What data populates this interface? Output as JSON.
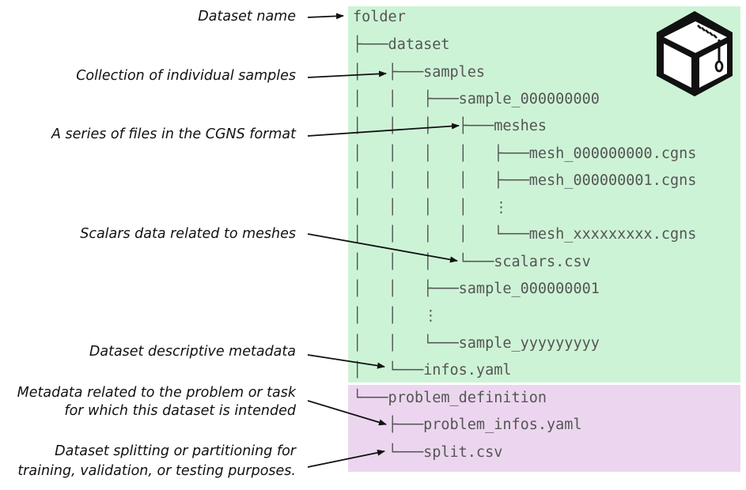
{
  "tree": [
    {
      "text": "folder",
      "group": "green"
    },
    {
      "text": "├───dataset",
      "group": "green"
    },
    {
      "text": "│   ├───samples",
      "group": "green"
    },
    {
      "text": "│   │   ├───sample_000000000",
      "group": "green"
    },
    {
      "text": "│   │   │   ├───meshes",
      "group": "green"
    },
    {
      "text": "│   │   │   │   ├───mesh_000000000.cgns",
      "group": "green"
    },
    {
      "text": "│   │   │   │   ├───mesh_000000001.cgns",
      "group": "green"
    },
    {
      "text": "│   │   │   │   ⋮",
      "group": "green"
    },
    {
      "text": "│   │   │   │   └───mesh_xxxxxxxxx.cgns",
      "group": "green"
    },
    {
      "text": "│   │   │   └───scalars.csv",
      "group": "green"
    },
    {
      "text": "│   │   ├───sample_000000001",
      "group": "green"
    },
    {
      "text": "│   │   ⋮",
      "group": "green"
    },
    {
      "text": "│   │   └───sample_yyyyyyyyy",
      "group": "green"
    },
    {
      "text": "│   └───infos.yaml",
      "group": "green"
    },
    {
      "text": "└───problem_definition",
      "group": "pink"
    },
    {
      "text": "    ├───problem_infos.yaml",
      "group": "pink"
    },
    {
      "text": "    └───split.csv",
      "group": "pink"
    }
  ],
  "annotations": [
    {
      "id": "dataset-name",
      "lines": [
        "Dataset name"
      ]
    },
    {
      "id": "samples",
      "lines": [
        "Collection of individual samples"
      ]
    },
    {
      "id": "meshes",
      "lines": [
        "A series of files in the CGNS format"
      ]
    },
    {
      "id": "scalars",
      "lines": [
        "Scalars data related to meshes"
      ]
    },
    {
      "id": "infos",
      "lines": [
        "Dataset descriptive metadata"
      ]
    },
    {
      "id": "problem-infos",
      "lines": [
        "Metadata related to the problem or task",
        "for which this dataset is intended"
      ]
    },
    {
      "id": "split",
      "lines": [
        "Dataset splitting or partitioning for",
        "training, validation, or testing purposes."
      ]
    }
  ],
  "colors": {
    "dataset_panel": "#cdf3d6",
    "problem_panel": "#ecd6ef",
    "tree_text": "#555555",
    "label_text": "#111111",
    "arrow": "#111111"
  },
  "logo_icon": "zipped-box-icon"
}
